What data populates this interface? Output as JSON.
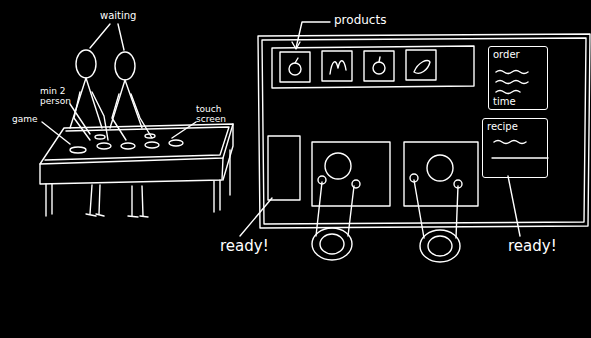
{
  "diagram": {
    "nodes": [
      {
        "text": [
          "order",
          "time"
        ]
      },
      {
        "text": [
          "recipe"
        ]
      }
    ],
    "labels": [
      "waiting",
      "min 2 person",
      "game",
      "touch screen",
      "products",
      "ready!",
      "ready!"
    ]
  }
}
